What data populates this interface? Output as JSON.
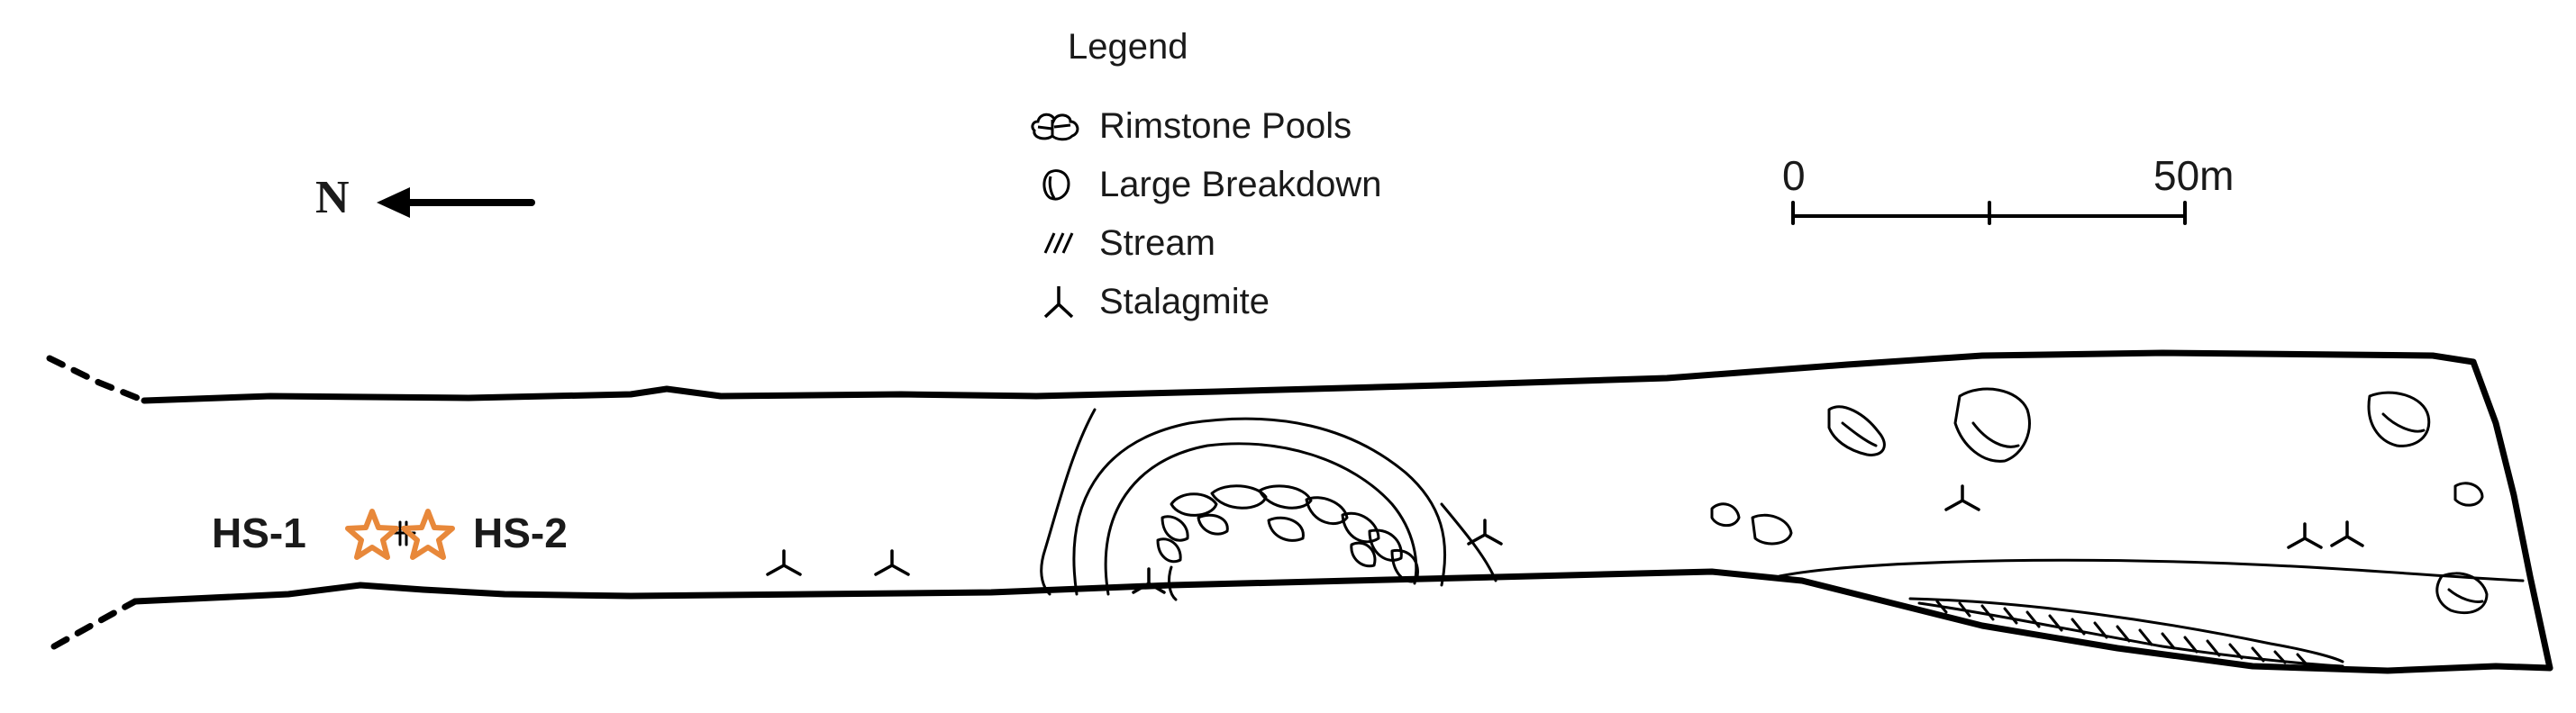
{
  "legend": {
    "title": "Legend",
    "items": [
      {
        "label": "Rimstone Pools",
        "icon": "rimstone-pools-icon"
      },
      {
        "label": "Large Breakdown",
        "icon": "large-breakdown-icon"
      },
      {
        "label": "Stream",
        "icon": "stream-icon"
      },
      {
        "label": "Stalagmite",
        "icon": "stalagmite-icon"
      }
    ]
  },
  "north": {
    "label": "N",
    "icon": "north-arrow-icon"
  },
  "scale": {
    "start_label": "0",
    "end_label": "50m"
  },
  "samples": [
    {
      "label": "HS-1",
      "icon": "sample-star-icon",
      "color": "#e8883a"
    },
    {
      "label": "HS-2",
      "icon": "sample-star-icon",
      "color": "#e8883a"
    }
  ],
  "colors": {
    "outline": "#000000",
    "sample_star": "#e8883a"
  }
}
